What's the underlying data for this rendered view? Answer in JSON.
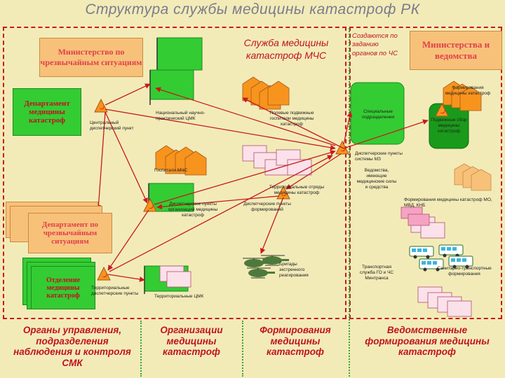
{
  "title": "Структура службы медицины катастроф РК",
  "boxes": {
    "ministry_es": "Министерство по чрезвычайным ситуациям",
    "dept_med": "Департамент медицины катастроф",
    "dept_es": "Департамент по чрезвычайным ситуациям",
    "otdel": "Отделение медицины катастроф",
    "ministries": "Министерства и ведомства"
  },
  "headers": {
    "service_mchs": "Служба медицины катастроф МЧС",
    "created": "Создаются по заданию органов по ЧС"
  },
  "labels": {
    "central_dispatch": "Центральный диспетчерский пункт",
    "national_center": "Национальный научно-практический ЦМК",
    "field_hospitals": "Полевые подвижные госпитали медицины катастроф",
    "spec_units": "Специальные подразделения",
    "dispatch_mz": "Диспетчерские пункты системы МЗ",
    "formations_mk": "Формирования медицины катастроф",
    "mobile_units": "Подвижные сбор медицины катастроф",
    "hospitals_mchs": "Госпитали МЧС",
    "dispatch_orgs": "Диспетчерские пункты организаций медицины катастроф",
    "terr_units": "Территориальные отряды медицины катастроф",
    "dispatch_form": "Диспетчерские пункты формирований",
    "departments": "Ведомства, имеющие медицинские силы и средства",
    "formations_mo": "Формирования медицины катастроф МО, МВД, КНБ",
    "brigades": "Бригады экстренного реагирования",
    "terr_dispatch": "Территориальные диспетчерские пункты",
    "terr_cmk": "Территориальные ЦМК",
    "transport": "Транспортная служба ГО и ЧС Минтранса",
    "sanitary": "Санитарно-транспортные формирования"
  },
  "bottom": [
    "Органы управления, подразделения наблюдения и контроля СМК",
    "Организации медицины катастроф",
    "Формирования медицины катастроф",
    "Ведомственные формирования медицины катастроф"
  ],
  "colors": {
    "background": "#f2ebb8",
    "green": "#33cc33",
    "orange": "#f7941d",
    "red": "#d7191c",
    "peach": "#f7c17a",
    "pink": "#f6a3c3"
  }
}
